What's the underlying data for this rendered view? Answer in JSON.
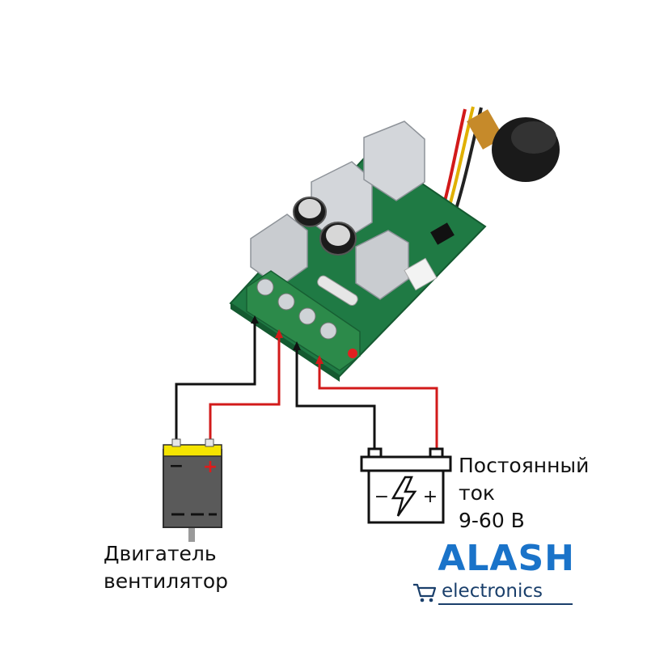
{
  "motor": {
    "label_line1": "Двигатель",
    "label_line2": "вентилятор",
    "minus_symbol": "−",
    "plus_symbol": "+"
  },
  "supply": {
    "label_line1": "Постоянный",
    "label_line2": "ток",
    "label_line3": "9-60 В",
    "minus_symbol": "−",
    "plus_symbol": "+"
  },
  "brand": {
    "name": "ALASH",
    "subtitle": "electronics"
  },
  "colors": {
    "wire_black": "#111111",
    "wire_red": "#d21a1a",
    "pcb_green": "#1f7a44",
    "terminal_green": "#2c8a4a",
    "heatsink": "#c9ccd0",
    "brand_blue": "#1a73c9",
    "brand_dark": "#1a3f6b"
  },
  "icons": [
    "cart-icon",
    "lightning-icon",
    "knob-icon"
  ]
}
